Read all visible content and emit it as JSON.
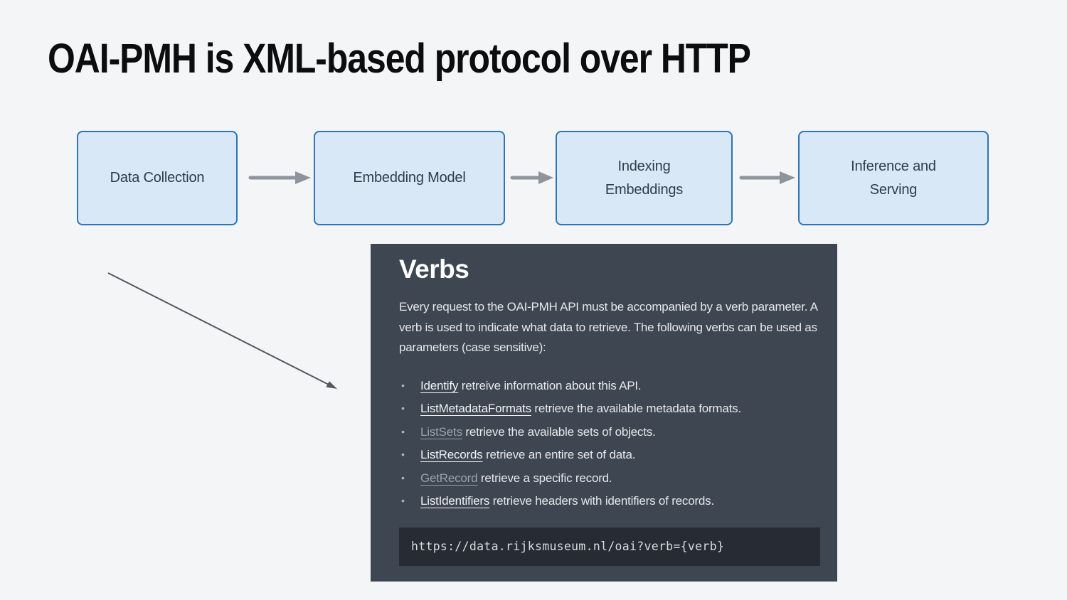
{
  "header": {
    "title": "OAI-PMH is XML-based protocol over HTTP"
  },
  "flow": {
    "steps": [
      {
        "label": "Data Collection"
      },
      {
        "label": "Embedding Model"
      },
      {
        "label": "Indexing\nEmbeddings"
      },
      {
        "label": "Inference and\nServing"
      }
    ]
  },
  "verbs_panel": {
    "title": "Verbs",
    "intro": "Every request to the OAI-PMH API must be accompanied by a verb parameter. A verb is used to indicate what data to retrieve. The following verbs can be used as parameters (case sensitive):",
    "items": [
      {
        "term": "Identify",
        "description": " retreive information about this API."
      },
      {
        "term": "ListMetadataFormats",
        "description": " retrieve the available metadata formats."
      },
      {
        "term": "ListSets",
        "description": " retrieve the available sets of objects."
      },
      {
        "term": "ListRecords",
        "description": " retrieve an entire set of data."
      },
      {
        "term": "GetRecord",
        "description": " retrieve a specific record."
      },
      {
        "term": "ListIdentifiers",
        "description": " retrieve headers with identifiers of records."
      }
    ],
    "code": "https://data.rijksmuseum.nl/oai?verb={verb}"
  },
  "colors": {
    "page_bg": "#f4f5f7",
    "title_text": "#0d0d0f",
    "box_fill": "#d9e8f7",
    "box_border": "#2e75b6",
    "box_text": "#2e3c4c",
    "flow_arrow": "#8d949c",
    "panel_bg": "#3d4651",
    "panel_heading": "#ffffff",
    "panel_text": "#e6e8ea",
    "link_bright": "#f1f3f5",
    "link_muted": "#9aa2ab",
    "code_bg": "#272c34",
    "code_text": "#d8dcdf",
    "annotation_arrow": "#55585c"
  }
}
